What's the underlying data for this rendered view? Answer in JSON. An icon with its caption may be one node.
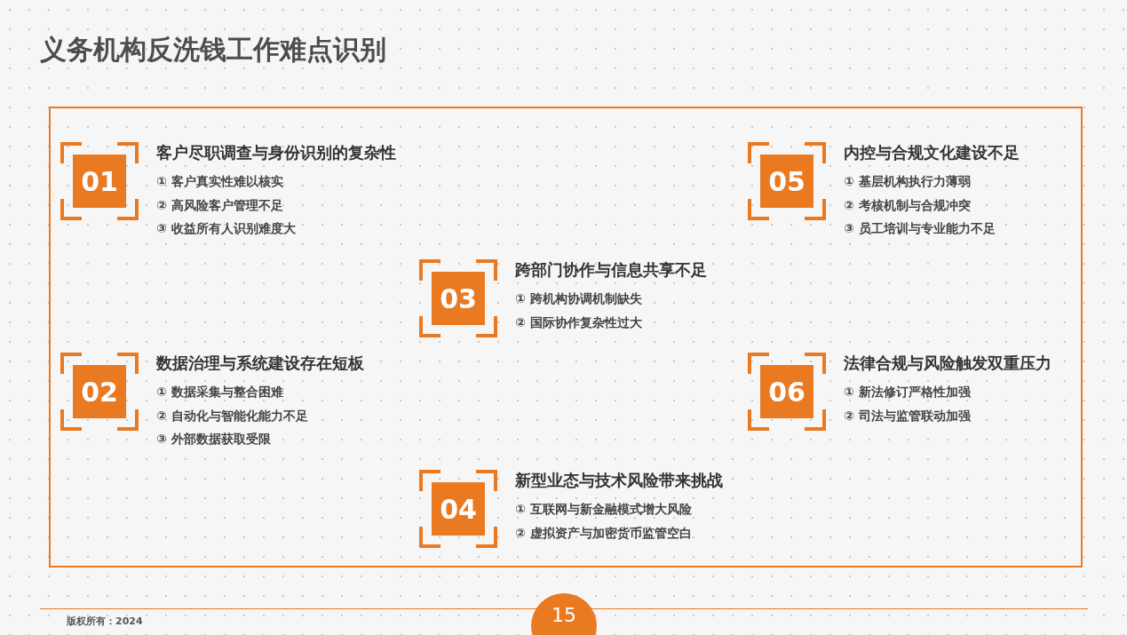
{
  "diagram": {
    "title": "义务机构反洗钱工作难点识别",
    "nodes": [
      {
        "text": [],
        "shape": "box"
      },
      {
        "text": [
          "01"
        ],
        "in": 0,
        "beside": [
          "客户尽职调查与身份识别的复杂性",
          "① 客户真实性难以核实",
          "② 高风险客户管理不足",
          "③ 收益所有人识别难度大"
        ]
      },
      {
        "text": [
          "05"
        ],
        "in": 0,
        "beside": [
          "内控与合规文化建设不足",
          "① 基层机构执行力薄弱",
          "② 考核机制与合规冲突",
          "③ 员工培训与专业能力不足"
        ]
      },
      {
        "text": [
          "03"
        ],
        "in": 0,
        "beside": [
          "跨部门协作与信息共享不足",
          "① 跨机构协调机制缺失",
          "② 国际协作复杂性过大"
        ]
      },
      {
        "text": [
          "02"
        ],
        "in": 0,
        "beside": [
          "数据治理与系统建设存在短板",
          "① 数据采集与整合困难",
          "② 自动化与智能化能力不足",
          "③ 外部数据获取受限"
        ]
      },
      {
        "text": [
          "06"
        ],
        "in": 0,
        "beside": [
          "法律合规与风险触发双重压力",
          "① 新法修订严格性加强",
          "② 司法与监管联动加强"
        ]
      },
      {
        "text": [
          "04"
        ],
        "in": 0,
        "beside": [
          "新型业态与技术风险带来挑战",
          "① 互联网与新金融模式增大风险",
          "② 虚拟资产与加密货币监管空白"
        ]
      }
    ],
    "labels": [
      "版权所有：2024",
      "15"
    ]
  }
}
